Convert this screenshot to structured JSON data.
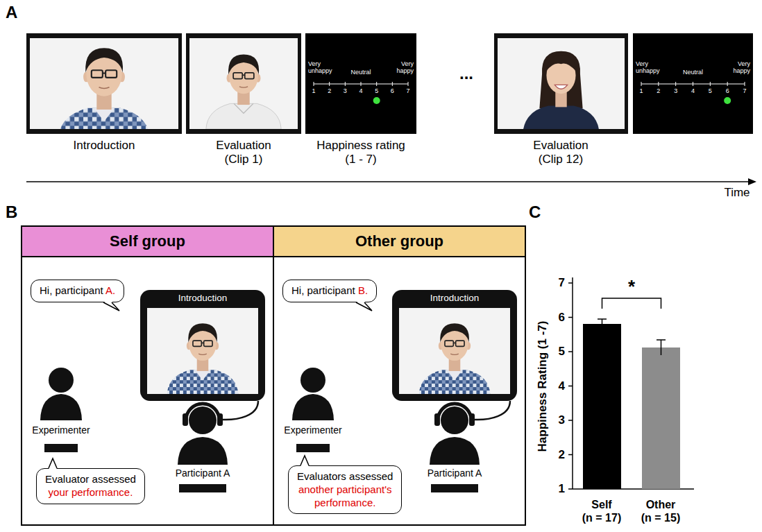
{
  "diagram": {
    "nodes": [
      {
        "text": [
          "Very unhappy",
          "Neutral",
          "Very happy",
          "1",
          "2",
          "3",
          "4",
          "5",
          "6",
          "7"
        ]
      },
      {
        "text": [
          "Very unhappy",
          "Neutral",
          "Very happy",
          "1",
          "2",
          "3",
          "4",
          "5",
          "6",
          "7"
        ]
      },
      {
        "text": [
          "Self group"
        ]
      },
      {
        "text": [
          "Hi, participant A."
        ],
        "in": 2
      },
      {
        "text": [
          "Introduction"
        ],
        "in": 2
      },
      {
        "text": [
          "Evaluator assessed your performance."
        ],
        "in": 2
      },
      {
        "text": [
          "Other group"
        ]
      },
      {
        "text": [
          "Hi, participant B."
        ],
        "in": 6
      },
      {
        "text": [
          "Introduction"
        ],
        "in": 6
      },
      {
        "text": [
          "Evaluators assessed another participant's performance."
        ],
        "in": 6
      }
    ],
    "labels": [
      "A",
      "Introduction",
      "Evaluation (Clip 1)",
      "Happiness rating (1 - 7)",
      "...",
      "Evaluation (Clip 12)",
      "Time",
      "B",
      "Experimenter",
      "Participant A",
      "Experimenter",
      "Participant A",
      "C",
      "7",
      "6",
      "5",
      "4",
      "3",
      "2",
      "1",
      "Happiness Rating (1 -7)",
      "*",
      "Self (n = 17)",
      "Other (n = 15)"
    ]
  }
}
